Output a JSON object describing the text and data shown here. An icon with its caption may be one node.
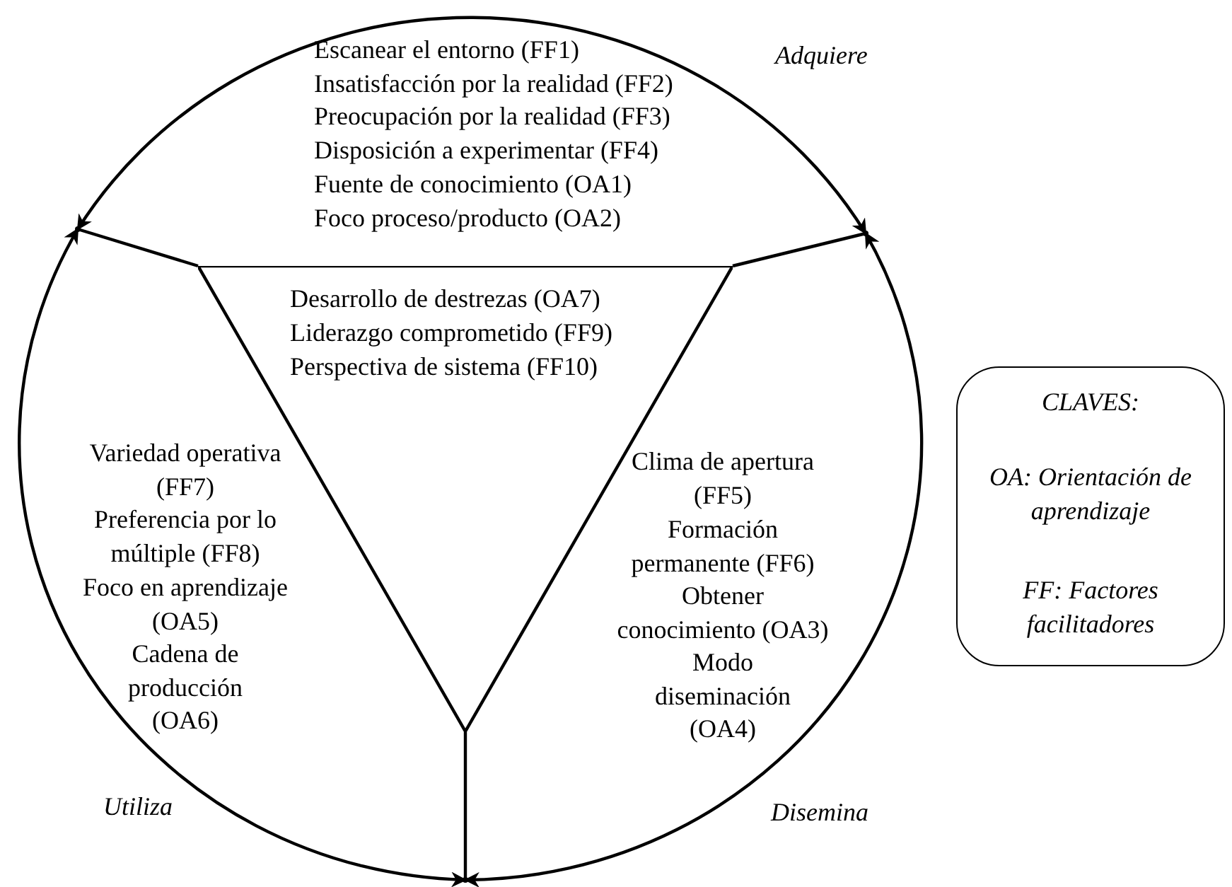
{
  "diagram": {
    "nodes": [
      {
        "text": [
          "Desarrollo de destrezas (OA7)",
          "Liderazgo comprometido (FF9)",
          "Perspectiva de sistema (FF10)"
        ]
      },
      {
        "text": [],
        "shape": "point"
      },
      {
        "text": [],
        "shape": "point"
      },
      {
        "text": [],
        "shape": "point"
      },
      {
        "text": [
          "CLAVES:",
          "OA: Orientación de aprendizaje",
          "FF: Factores facilitadores"
        ]
      }
    ],
    "edges": [
      {
        "from": 1,
        "to": 2,
        "arrow": "both",
        "label": "Adquiere"
      },
      {
        "from": 2,
        "to": 3,
        "arrow": "both",
        "label": "Disemina"
      },
      {
        "from": 3,
        "to": 1,
        "arrow": "both",
        "label": "Utiliza"
      },
      {
        "from": 0,
        "to": 1,
        "arrow": "none"
      },
      {
        "from": 0,
        "to": 2,
        "arrow": "none"
      },
      {
        "from": 0,
        "to": 3,
        "arrow": "none"
      }
    ],
    "labels": [
      "Escanear el entorno (FF1)",
      "Insatisfacción por la realidad (FF2)",
      "Preocupación por la realidad (FF3)",
      "Disposición a experimentar (FF4)",
      "Fuente de conocimiento (OA1)",
      "Foco proceso/producto (OA2)",
      "Variedad operativa (FF7)",
      "Preferencia por lo múltiple (FF8)",
      "Foco en aprendizaje (OA5)",
      "Cadena de producción (OA6)",
      "Clima de apertura (FF5)",
      "Formación permanente (FF6)",
      "Obtener conocimiento (OA3)",
      "Modo diseminación (OA4)"
    ]
  }
}
